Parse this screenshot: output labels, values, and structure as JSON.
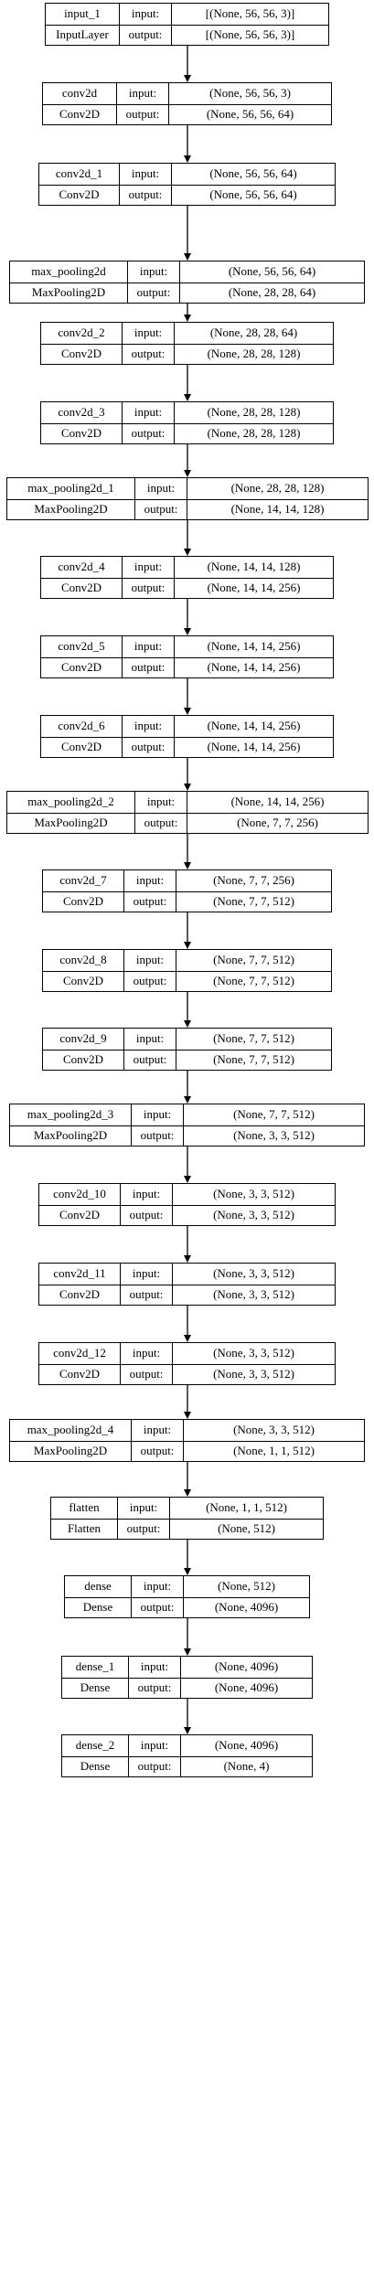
{
  "labels": {
    "input": "input:",
    "output": "output:"
  },
  "layers": [
    {
      "name": "input_1",
      "type": "InputLayer",
      "input": "[(None, 56, 56, 3)]",
      "output": "[(None, 56, 56, 3)]"
    },
    {
      "name": "conv2d",
      "type": "Conv2D",
      "input": "(None, 56, 56, 3)",
      "output": "(None, 56, 56, 64)"
    },
    {
      "name": "conv2d_1",
      "type": "Conv2D",
      "input": "(None, 56, 56, 64)",
      "output": "(None, 56, 56, 64)"
    },
    {
      "name": "max_pooling2d",
      "type": "MaxPooling2D",
      "input": "(None, 56, 56, 64)",
      "output": "(None, 28, 28, 64)"
    },
    {
      "name": "conv2d_2",
      "type": "Conv2D",
      "input": "(None, 28, 28, 64)",
      "output": "(None, 28, 28, 128)"
    },
    {
      "name": "conv2d_3",
      "type": "Conv2D",
      "input": "(None, 28, 28, 128)",
      "output": "(None, 28, 28, 128)"
    },
    {
      "name": "max_pooling2d_1",
      "type": "MaxPooling2D",
      "input": "(None, 28, 28, 128)",
      "output": "(None, 14, 14, 128)"
    },
    {
      "name": "conv2d_4",
      "type": "Conv2D",
      "input": "(None, 14, 14, 128)",
      "output": "(None, 14, 14, 256)"
    },
    {
      "name": "conv2d_5",
      "type": "Conv2D",
      "input": "(None, 14, 14, 256)",
      "output": "(None, 14, 14, 256)"
    },
    {
      "name": "conv2d_6",
      "type": "Conv2D",
      "input": "(None, 14, 14, 256)",
      "output": "(None, 14, 14, 256)"
    },
    {
      "name": "max_pooling2d_2",
      "type": "MaxPooling2D",
      "input": "(None, 14, 14, 256)",
      "output": "(None, 7, 7, 256)"
    },
    {
      "name": "conv2d_7",
      "type": "Conv2D",
      "input": "(None, 7, 7, 256)",
      "output": "(None, 7, 7, 512)"
    },
    {
      "name": "conv2d_8",
      "type": "Conv2D",
      "input": "(None, 7, 7, 512)",
      "output": "(None, 7, 7, 512)"
    },
    {
      "name": "conv2d_9",
      "type": "Conv2D",
      "input": "(None, 7, 7, 512)",
      "output": "(None, 7, 7, 512)"
    },
    {
      "name": "max_pooling2d_3",
      "type": "MaxPooling2D",
      "input": "(None, 7, 7, 512)",
      "output": "(None, 3, 3, 512)"
    },
    {
      "name": "conv2d_10",
      "type": "Conv2D",
      "input": "(None, 3, 3, 512)",
      "output": "(None, 3, 3, 512)"
    },
    {
      "name": "conv2d_11",
      "type": "Conv2D",
      "input": "(None, 3, 3, 512)",
      "output": "(None, 3, 3, 512)"
    },
    {
      "name": "conv2d_12",
      "type": "Conv2D",
      "input": "(None, 3, 3, 512)",
      "output": "(None, 3, 3, 512)"
    },
    {
      "name": "max_pooling2d_4",
      "type": "MaxPooling2D",
      "input": "(None, 3, 3, 512)",
      "output": "(None, 1, 1, 512)"
    },
    {
      "name": "flatten",
      "type": "Flatten",
      "input": "(None, 1, 1, 512)",
      "output": "(None, 512)"
    },
    {
      "name": "dense",
      "type": "Dense",
      "input": "(None, 512)",
      "output": "(None, 4096)"
    },
    {
      "name": "dense_1",
      "type": "Dense",
      "input": "(None, 4096)",
      "output": "(None, 4096)"
    },
    {
      "name": "dense_2",
      "type": "Dense",
      "input": "(None, 4096)",
      "output": "(None, 4)"
    }
  ],
  "colors": {
    "stroke": "#000000",
    "background": "#ffffff"
  }
}
